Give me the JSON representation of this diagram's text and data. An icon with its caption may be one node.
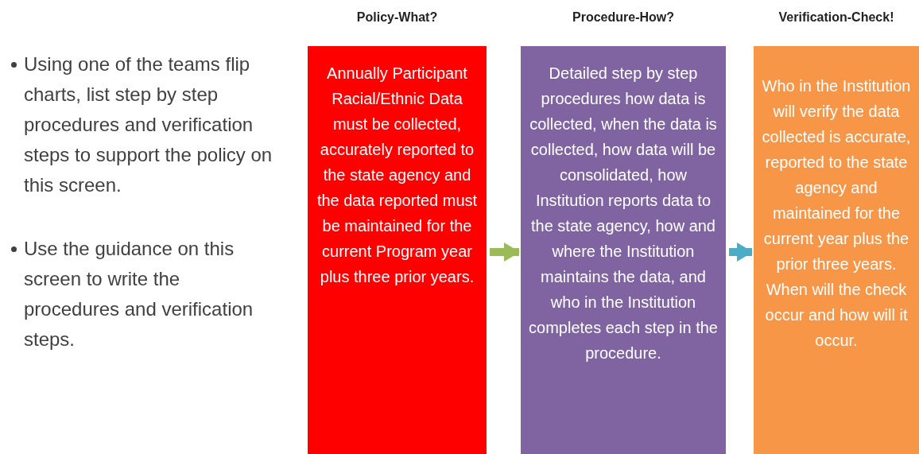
{
  "diagram": {
    "nodes": [
      {
        "text": [
          "Policy-What?",
          "Annually Participant Racial/Ethnic Data must be collected, accurately reported to the state agency and the data reported must be maintained for the current Program year plus three prior years."
        ]
      },
      {
        "text": [
          "Procedure-How?",
          "Detailed step by step procedures how data is collected, when the data is collected, how data will be consolidated, how Institution reports data to the state agency, how and where the Institution maintains the data, and who in the Institution completes each step in the procedure."
        ]
      },
      {
        "text": [
          "Verification-Check!",
          "Who in the Institution will verify the data collected is accurate, reported to the state agency and maintained for the current year plus the prior three years. When will the check occur and how will it occur."
        ]
      }
    ],
    "edges": [
      {
        "from": 0,
        "to": 1,
        "arrow": "to",
        "color": "#9bbb59"
      },
      {
        "from": 1,
        "to": 2,
        "arrow": "to",
        "color": "#4bacc6"
      }
    ],
    "labels": [
      "Using one of the teams flip charts,  list step by step procedures and verification steps to support the policy on this screen.",
      "Use the guidance on this screen to write the procedures and verification steps."
    ]
  }
}
